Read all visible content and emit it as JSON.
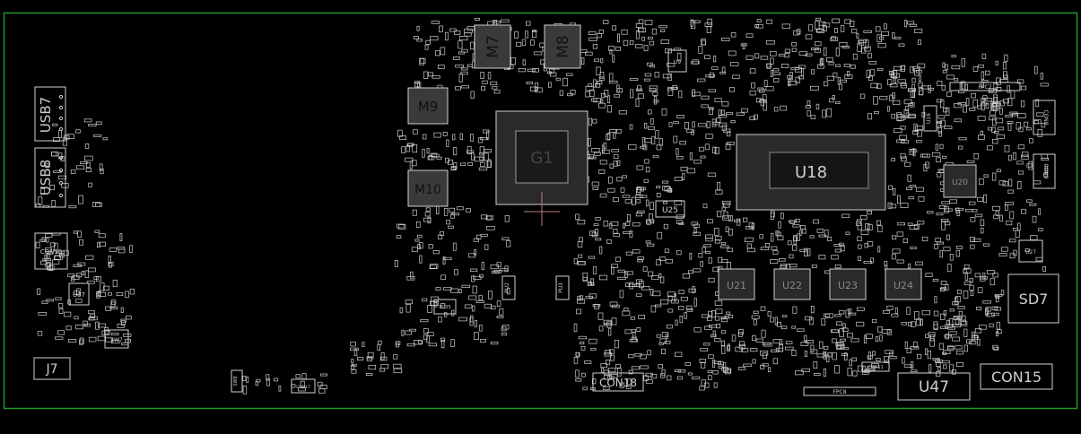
{
  "colors": {
    "background": "#000000",
    "board_outline": "#1f9a2a",
    "footprint_stroke": "#cfcfcf",
    "footprint_fill": "#8a8a8a",
    "label": "#cfcfcf",
    "crosshair": "#c07a7a"
  },
  "labels": {
    "usb7": "USB7",
    "usb8": "USB8",
    "con10": "CON10",
    "u37": "U37",
    "sw7": "SW7",
    "j7": "J7",
    "m7": "M7",
    "m8": "M8",
    "m9": "M9",
    "m10": "M10",
    "g1": "G1",
    "u18": "U18",
    "u25": "U25",
    "u20": "U20",
    "u16": "U16",
    "u21": "U21",
    "u22": "U22",
    "u23": "U23",
    "u24": "U24",
    "sd7": "SD7",
    "u47": "U47",
    "con15": "CON15",
    "con18": "CON18",
    "con17": "CON17",
    "con11": "CON11",
    "fpc7": "FPC7",
    "fpc8": "FPC8",
    "con8": "CON8",
    "con9": "CON9",
    "u27": "U27",
    "u9": "U9",
    "sw8": "SW8",
    "pu2": "PU2",
    "pu3": "PU3",
    "pq35": "PQ35"
  }
}
